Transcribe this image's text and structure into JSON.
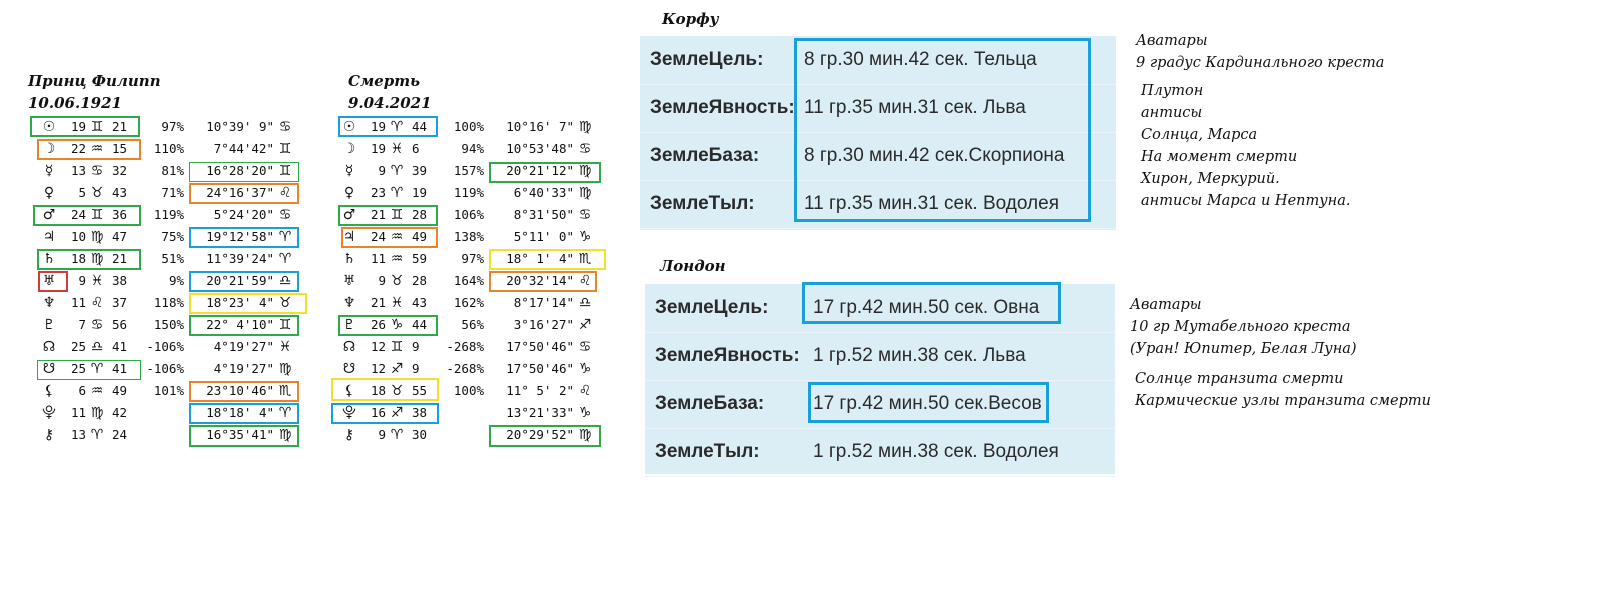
{
  "left_chart": {
    "title": "Принц Филипп",
    "date": "10.06.1921",
    "rows": [
      {
        "glyph": "☉",
        "deg": "19",
        "sign": "♊",
        "min": "21",
        "pct": "97%",
        "dec": "10°39' 9\"",
        "dsign": "♋"
      },
      {
        "glyph": "☽",
        "deg": "22",
        "sign": "♒",
        "min": "15",
        "pct": "110%",
        "dec": "7°44'42\"",
        "dsign": "♊"
      },
      {
        "glyph": "☿",
        "deg": "13",
        "sign": "♋",
        "min": "32",
        "pct": "81%",
        "dec": "16°28'20\"",
        "dsign": "♊"
      },
      {
        "glyph": "♀",
        "deg": "5",
        "sign": "♉",
        "min": "43",
        "pct": "71%",
        "dec": "24°16'37\"",
        "dsign": "♌"
      },
      {
        "glyph": "♂",
        "deg": "24",
        "sign": "♊",
        "min": "36",
        "pct": "119%",
        "dec": "5°24'20\"",
        "dsign": "♋"
      },
      {
        "glyph": "♃",
        "deg": "10",
        "sign": "♍",
        "min": "47",
        "pct": "75%",
        "dec": "19°12'58\"",
        "dsign": "♈"
      },
      {
        "glyph": "♄",
        "deg": "18",
        "sign": "♍",
        "min": "21",
        "pct": "51%",
        "dec": "11°39'24\"",
        "dsign": "♈"
      },
      {
        "glyph": "♅",
        "deg": "9",
        "sign": "♓",
        "min": "38",
        "pct": "9%",
        "dec": "20°21'59\"",
        "dsign": "♎"
      },
      {
        "glyph": "♆",
        "deg": "11",
        "sign": "♌",
        "min": "37",
        "pct": "118%",
        "dec": "18°23' 4\"",
        "dsign": "♉"
      },
      {
        "glyph": "♇",
        "deg": "7",
        "sign": "♋",
        "min": "56",
        "pct": "150%",
        "dec": "22° 4'10\"",
        "dsign": "♊"
      },
      {
        "glyph": "☊",
        "deg": "25",
        "sign": "♎",
        "min": "41",
        "pct": "-106%",
        "dec": "4°19'27\"",
        "dsign": "♓"
      },
      {
        "glyph": "☋",
        "deg": "25",
        "sign": "♈",
        "min": "41",
        "pct": "-106%",
        "dec": "4°19'27\"",
        "dsign": "♍"
      },
      {
        "glyph": "⚸",
        "deg": "6",
        "sign": "♒",
        "min": "49",
        "pct": "101%",
        "dec": "23°10'46\"",
        "dsign": "♏"
      },
      {
        "glyph": "⯓",
        "deg": "11",
        "sign": "♍",
        "min": "42",
        "pct": "",
        "dec": "18°18' 4\"",
        "dsign": "♈"
      },
      {
        "glyph": "⚷",
        "deg": "13",
        "sign": "♈",
        "min": "24",
        "pct": "",
        "dec": "16°35'41\"",
        "dsign": "♍"
      }
    ]
  },
  "right_chart": {
    "title": "Смерть",
    "date": "9.04.2021",
    "rows": [
      {
        "glyph": "☉",
        "deg": "19",
        "sign": "♈",
        "min": "44",
        "pct": "100%",
        "dec": "10°16' 7\"",
        "dsign": "♍"
      },
      {
        "glyph": "☽",
        "deg": "19",
        "sign": "♓",
        "min": "6",
        "pct": "94%",
        "dec": "10°53'48\"",
        "dsign": "♋"
      },
      {
        "glyph": "☿",
        "deg": "9",
        "sign": "♈",
        "min": "39",
        "pct": "157%",
        "dec": "20°21'12\"",
        "dsign": "♍"
      },
      {
        "glyph": "♀",
        "deg": "23",
        "sign": "♈",
        "min": "19",
        "pct": "119%",
        "dec": "6°40'33\"",
        "dsign": "♍"
      },
      {
        "glyph": "♂",
        "deg": "21",
        "sign": "♊",
        "min": "28",
        "pct": "106%",
        "dec": "8°31'50\"",
        "dsign": "♋"
      },
      {
        "glyph": "♃",
        "deg": "24",
        "sign": "♒",
        "min": "49",
        "pct": "138%",
        "dec": "5°11' 0\"",
        "dsign": "♑"
      },
      {
        "glyph": "♄",
        "deg": "11",
        "sign": "♒",
        "min": "59",
        "pct": "97%",
        "dec": "18° 1' 4\"",
        "dsign": "♏"
      },
      {
        "glyph": "♅",
        "deg": "9",
        "sign": "♉",
        "min": "28",
        "pct": "164%",
        "dec": "20°32'14\"",
        "dsign": "♌"
      },
      {
        "glyph": "♆",
        "deg": "21",
        "sign": "♓",
        "min": "43",
        "pct": "162%",
        "dec": "8°17'14\"",
        "dsign": "♎"
      },
      {
        "glyph": "♇",
        "deg": "26",
        "sign": "♑",
        "min": "44",
        "pct": "56%",
        "dec": "3°16'27\"",
        "dsign": "♐"
      },
      {
        "glyph": "☊",
        "deg": "12",
        "sign": "♊",
        "min": "9",
        "pct": "-268%",
        "dec": "17°50'46\"",
        "dsign": "♋"
      },
      {
        "glyph": "☋",
        "deg": "12",
        "sign": "♐",
        "min": "9",
        "pct": "-268%",
        "dec": "17°50'46\"",
        "dsign": "♑"
      },
      {
        "glyph": "⚸",
        "deg": "18",
        "sign": "♉",
        "min": "55",
        "pct": "100%",
        "dec": "11° 5' 2\"",
        "dsign": "♌"
      },
      {
        "glyph": "⯓",
        "deg": "16",
        "sign": "♐",
        "min": "38",
        "pct": "",
        "dec": "13°21'33\"",
        "dsign": "♑"
      },
      {
        "glyph": "⚷",
        "deg": "9",
        "sign": "♈",
        "min": "30",
        "pct": "",
        "dec": "20°29'52\"",
        "dsign": "♍"
      }
    ]
  },
  "corfu": {
    "title": "Корфу",
    "rows": [
      {
        "label": "ЗемлеЦель:",
        "value": "8 гр.30 мин.42 сек. Тельца"
      },
      {
        "label": "ЗемлеЯвность:",
        "value": "11 гр.35 мин.31 сек. Льва"
      },
      {
        "label": "ЗемлеБаза:",
        "value": "8 гр.30 мин.42 сек.Скорпиона"
      },
      {
        "label": "ЗемлеТыл:",
        "value": "11 гр.35 мин.31 сек. Водолея"
      }
    ]
  },
  "london": {
    "title": "Лондон",
    "rows": [
      {
        "label": "ЗемлеЦель:",
        "value": "17 гр.42 мин.50 сек. Овна"
      },
      {
        "label": "ЗемлеЯвность:",
        "value": "1 гр.52 мин.38 сек. Льва"
      },
      {
        "label": "ЗемлеБаза:",
        "value": "17 гр.42 мин.50 сек.Весов"
      },
      {
        "label": "ЗемлеТыл:",
        "value": "1 гр.52 мин.38 сек. Водолея"
      }
    ]
  },
  "notes_corfu": {
    "line1": "Аватары",
    "line2": "9 градус Кардинального креста",
    "line3": "Плутон",
    "line4": "антисы",
    "line5": "Солнца, Марса",
    "line6": "На момент смерти",
    "line7": "Хирон, Меркурий.",
    "line8": "антисы Марса и Нептуна."
  },
  "notes_london": {
    "line1": "Аватары",
    "line2": "10 гр  Мутабельного креста",
    "line3": "(Уран! Юпитер, Белая Луна)",
    "line4": "Солнце  транзита смерти",
    "line5": "Кармические узлы транзита смерти"
  },
  "colors": {
    "green": "#2eaa4a",
    "orange": "#e8842a",
    "blue": "#1aa0d8",
    "yellow": "#f2e12a",
    "red": "#d23a3a",
    "panel": "#dbeef6"
  }
}
